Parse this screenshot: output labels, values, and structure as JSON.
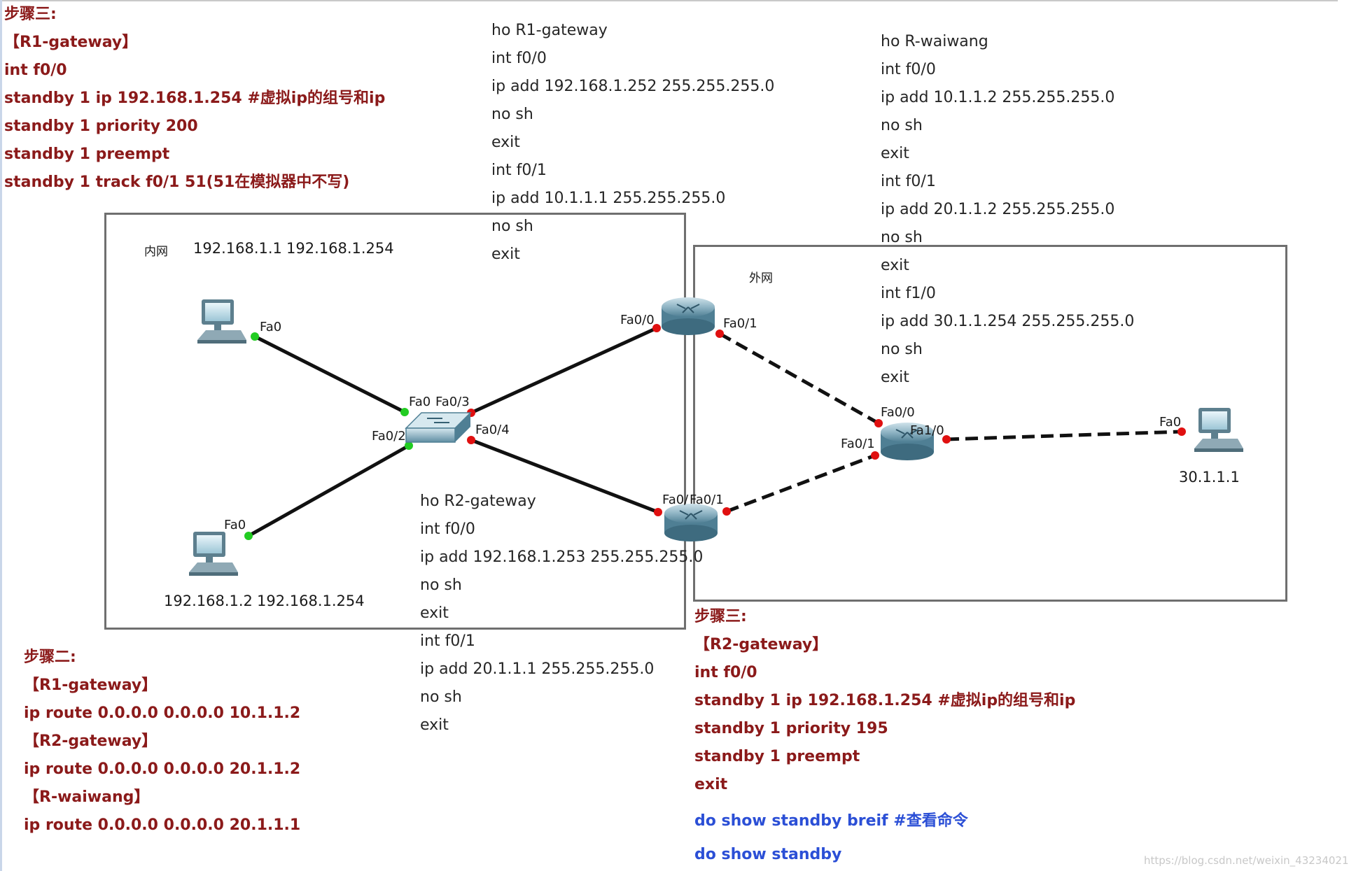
{
  "step3_r1": {
    "heading": "步骤三:",
    "lines": [
      "【R1-gateway】",
      "int f0/0",
      "standby 1 ip 192.168.1.254  #虚拟ip的组号和ip",
      "standby 1 priority 200",
      "standby 1 preempt",
      "standby 1 track f0/1 51(51在模拟器中不写)"
    ]
  },
  "r1_config": {
    "lines": [
      "ho R1-gateway",
      "int f0/0",
      "ip add 192.168.1.252 255.255.255.0",
      "no sh",
      "exit",
      "int f0/1",
      "ip add 10.1.1.1 255.255.255.0",
      "no sh",
      "exit"
    ]
  },
  "rwaiwang_config": {
    "lines": [
      "ho R-waiwang",
      "int f0/0",
      "ip add 10.1.1.2 255.255.255.0",
      "no sh",
      "exit",
      "int f0/1",
      "ip add 20.1.1.2 255.255.255.0",
      "no sh",
      "exit",
      "int f1/0",
      "ip add 30.1.1.254 255.255.255.0",
      "no sh",
      "exit"
    ]
  },
  "r2_config": {
    "lines": [
      "ho R2-gateway",
      "int f0/0",
      "ip add 192.168.1.253 255.255.255.0",
      "no sh",
      "exit",
      "int f0/1",
      "ip add 20.1.1.1 255.255.255.0",
      "no sh",
      "exit"
    ]
  },
  "step2": {
    "heading": "步骤二:",
    "lines": [
      "【R1-gateway】",
      "ip route 0.0.0.0  0.0.0.0 10.1.1.2",
      "【R2-gateway】",
      "ip route 0.0.0.0  0.0.0.0 20.1.1.2",
      "【R-waiwang】",
      "ip route 0.0.0.0  0.0.0.0 20.1.1.1"
    ]
  },
  "step3_r2": {
    "heading": "步骤三:",
    "lines": [
      "【R2-gateway】",
      "int f0/0",
      "standby 1 ip 192.168.1.254  #虚拟ip的组号和ip",
      "standby 1 priority 195",
      "standby 1 preempt",
      "exit"
    ],
    "show_cmds": [
      "do show standby breif  #查看命令",
      "do show standby"
    ]
  },
  "zones": {
    "inner_label": "内网",
    "outer_label": "外网",
    "pc1_ip": "192.168.1.1",
    "pc1_gw": "192.168.1.254",
    "pc2_ip": "192.168.1.2",
    "pc2_gw": "192.168.1.254",
    "pc3_ip": "30.1.1.1"
  },
  "ports": {
    "pc1_fa0": "Fa0",
    "pc2_fa0": "Fa0",
    "sw_fa0": "Fa0",
    "sw_fa03": "Fa0/3",
    "sw_fa02": "Fa0/2",
    "sw_fa04": "Fa0/4",
    "r1_fa00": "Fa0/0",
    "r1_fa01": "Fa0/1",
    "r2_fa0": "Fa0/",
    "r2_fa01": "Fa0/1",
    "rw_fa00": "Fa0/0",
    "rw_fa10": "Fa1/0",
    "rw_fa01": "Fa0/1",
    "pc3_fa0": "Fa0"
  },
  "colors": {
    "config_text": "#262626",
    "step_text": "#8b1a1a",
    "show_text": "#2b4fd6",
    "link_up": "#22cc22",
    "link_down": "#e01010"
  },
  "icons": [
    "pc-icon",
    "switch-icon",
    "router-icon"
  ],
  "watermark": "https://blog.csdn.net/weixin_43234021"
}
